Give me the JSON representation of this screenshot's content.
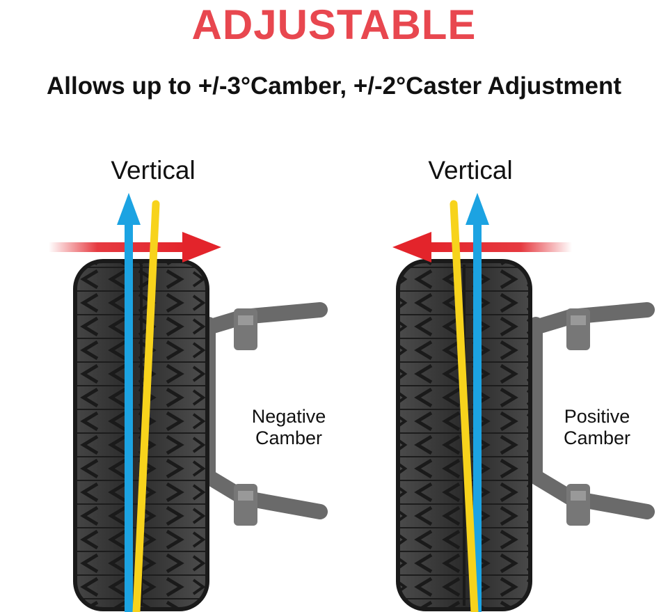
{
  "header": {
    "title": "ADJUSTABLE",
    "subtitle": "Allows up to +/-3°Camber, +/-2°Caster Adjustment"
  },
  "panels": [
    {
      "vertical_label": "Vertical",
      "camber_label_line1": "Negative",
      "camber_label_line2": "Camber",
      "lean_direction": "top-in",
      "arrow_direction": "right"
    },
    {
      "vertical_label": "Vertical",
      "camber_label_line1": "Positive",
      "camber_label_line2": "Camber",
      "lean_direction": "top-out",
      "arrow_direction": "left"
    }
  ],
  "colors": {
    "title": "#e8474f",
    "vertical_arrow": "#1ca3e2",
    "camber_line": "#f7d31c",
    "direction_arrow": "#e3242b",
    "tire": "#3a3a3a",
    "suspension": "#555555"
  },
  "icons": {
    "tire": "tire-icon",
    "vertical_arrow": "arrow-up-icon",
    "direction_arrow": "arrow-horizontal-icon",
    "suspension": "control-arm-icon"
  }
}
